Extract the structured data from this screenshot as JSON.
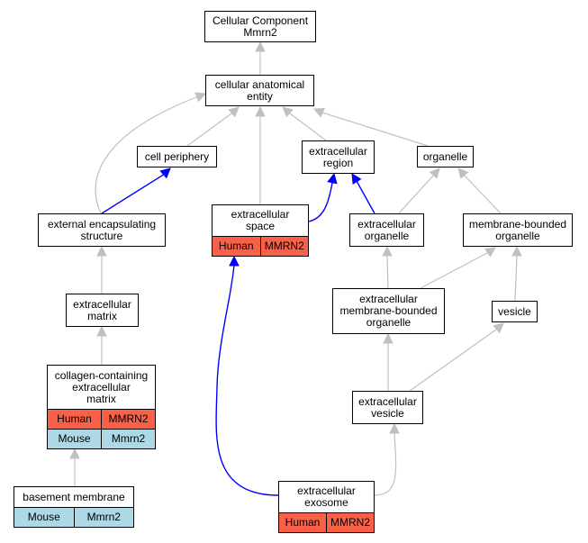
{
  "colors": {
    "edge_gray": "#c0c0c0",
    "edge_blue": "#0000ff",
    "human": "#fa5f48",
    "mouse": "#add8e6"
  },
  "nodes": {
    "root": {
      "label": "Cellular Component\nMmrn2"
    },
    "cae": {
      "label": "cellular anatomical\nentity"
    },
    "cp": {
      "label": "cell periphery"
    },
    "er": {
      "label": "extracellular\nregion"
    },
    "org": {
      "label": "organelle"
    },
    "ees": {
      "label": "external encapsulating\nstructure"
    },
    "es": {
      "label": "extracellular\nspace",
      "human": [
        "Human",
        "MMRN2"
      ]
    },
    "eo": {
      "label": "extracellular\norganelle"
    },
    "mbo": {
      "label": "membrane-bounded\norganelle"
    },
    "em": {
      "label": "extracellular\nmatrix"
    },
    "embo": {
      "label": "extracellular\nmembrane-bounded\norganelle"
    },
    "ves": {
      "label": "vesicle"
    },
    "ccem": {
      "label": "collagen-containing\nextracellular\nmatrix",
      "human": [
        "Human",
        "MMRN2"
      ],
      "mouse": [
        "Mouse",
        "Mmrn2"
      ]
    },
    "ev": {
      "label": "extracellular\nvesicle"
    },
    "bm": {
      "label": "basement membrane",
      "mouse": [
        "Mouse",
        "Mmrn2"
      ]
    },
    "exo": {
      "label": "extracellular\nexosome",
      "human": [
        "Human",
        "MMRN2"
      ]
    }
  }
}
